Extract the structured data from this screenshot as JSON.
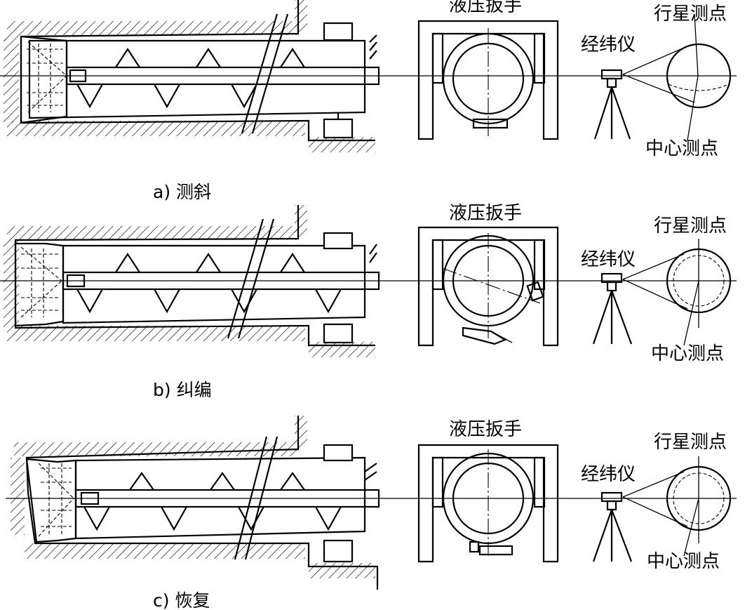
{
  "labels": {
    "wrench": "液压扳手",
    "theodolite": "经纬仪",
    "planet_point": "行星测点",
    "center_point": "中心测点"
  },
  "panels": [
    {
      "caption": "a) 测斜"
    },
    {
      "caption": "b) 纠编"
    },
    {
      "caption": "c) 恢复"
    }
  ]
}
